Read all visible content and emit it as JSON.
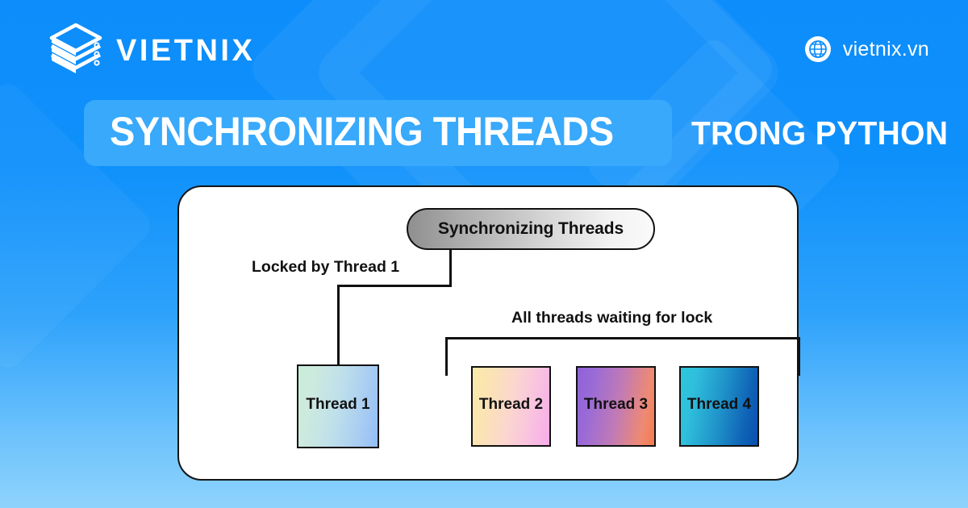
{
  "header": {
    "brand_name": "VIETNIX",
    "brand_icon": "stacked-layers-logo-icon",
    "site_icon": "globe-icon",
    "site_url": "vietnix.vn"
  },
  "title": {
    "main": "SYNCHRONIZING THREADS",
    "sub": "TRONG PYTHON",
    "pill_color": "#38a9fb",
    "text_color": "#ffffff"
  },
  "diagram": {
    "root": {
      "label": "Synchronizing Threads"
    },
    "labels": {
      "locked": "Locked by Thread 1",
      "waiting": "All threads waiting for lock"
    },
    "threads": [
      {
        "label": "Thread 1",
        "state": "locked"
      },
      {
        "label": "Thread 2",
        "state": "waiting"
      },
      {
        "label": "Thread 3",
        "state": "waiting"
      },
      {
        "label": "Thread 4",
        "state": "waiting"
      }
    ]
  },
  "theme": {
    "background_top": "#0d8dfb",
    "background_bottom": "#8ed3fd",
    "card_background": "#ffffff",
    "stroke": "#111111"
  }
}
